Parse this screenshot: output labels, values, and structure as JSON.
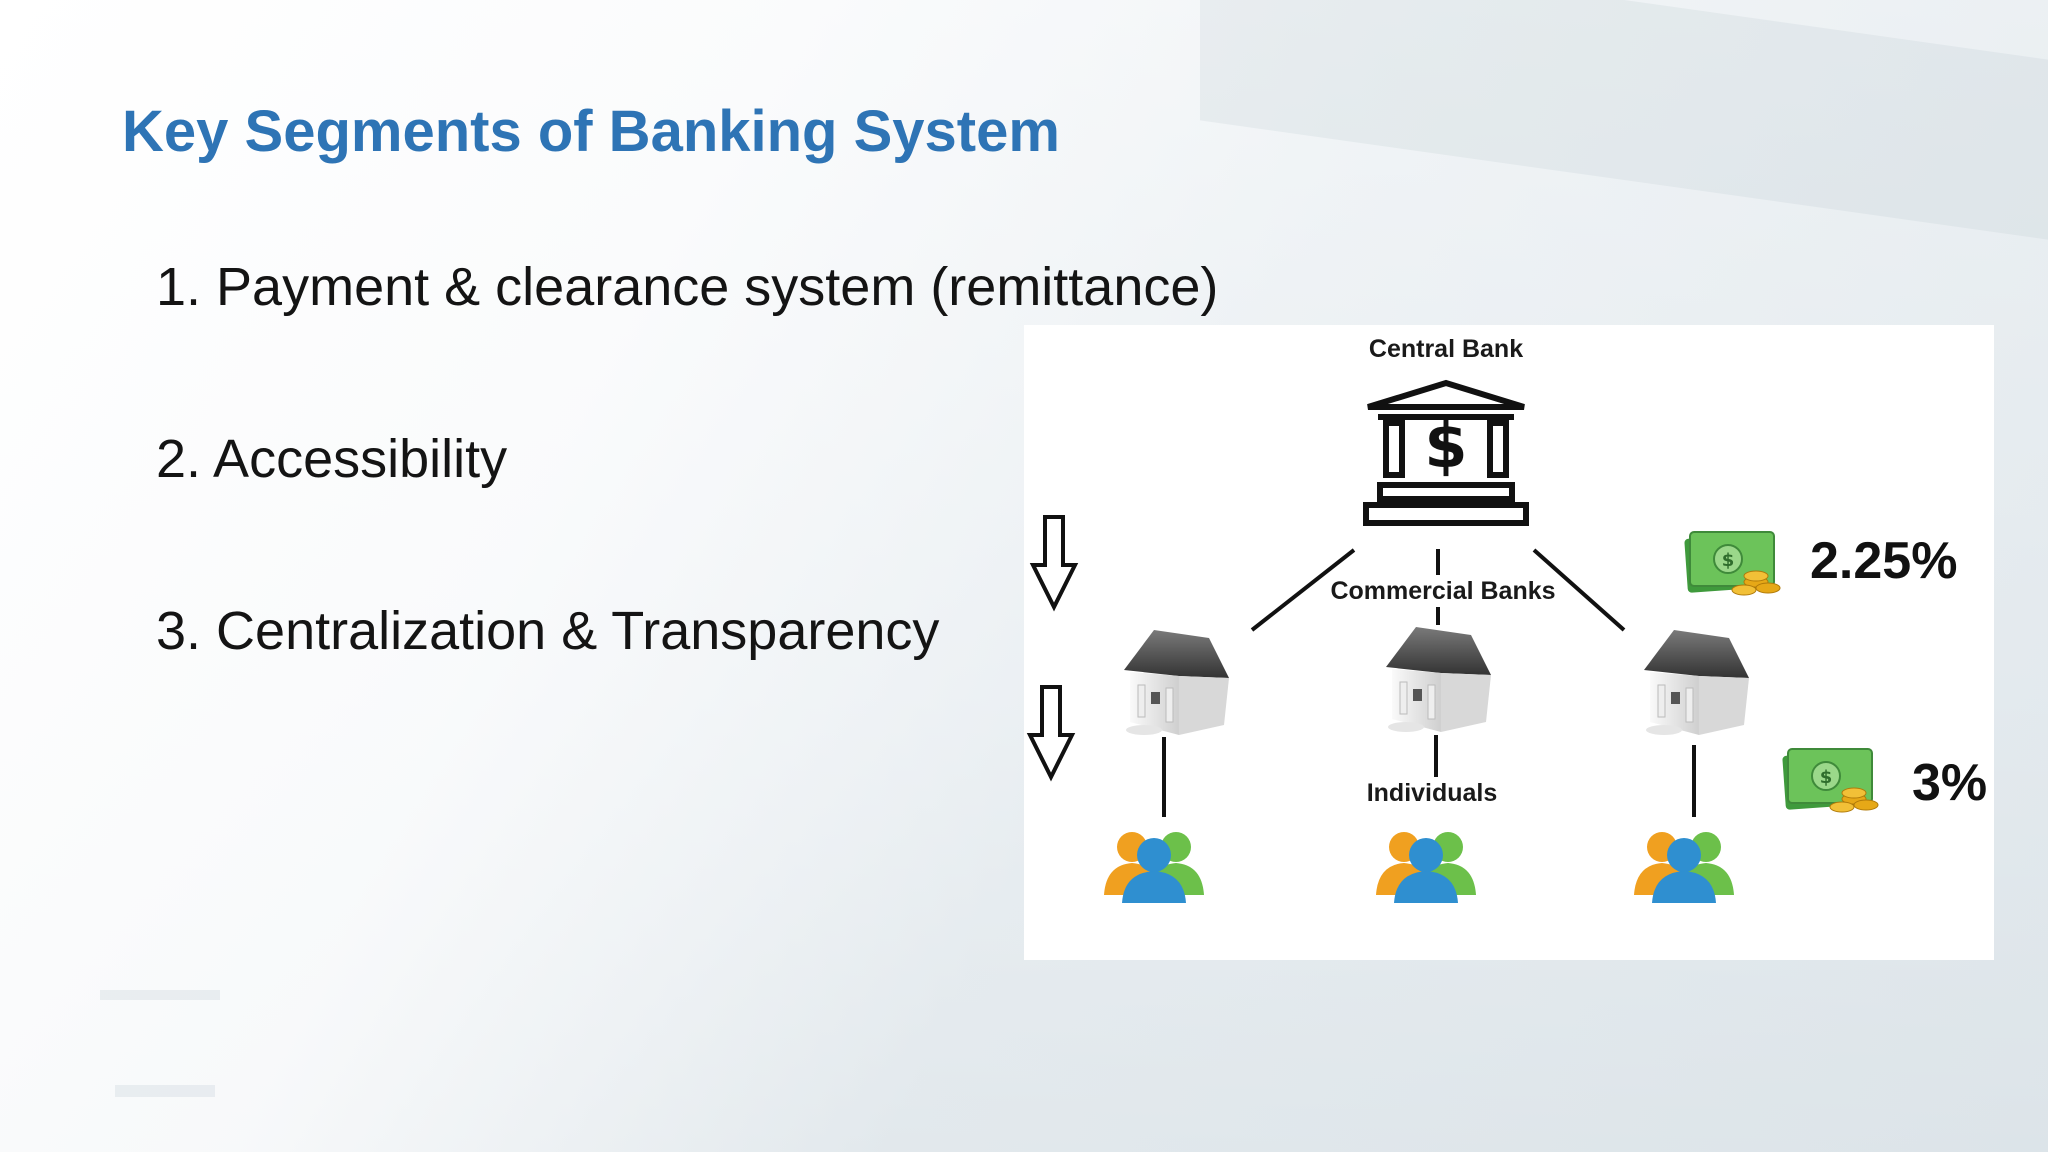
{
  "slide": {
    "title": "Key Segments of Banking System",
    "bullets": [
      "1. Payment & clearance system (remittance)",
      "2. Accessibility",
      "3. Centralization & Transparency"
    ]
  },
  "diagram": {
    "central_bank_label": "Central Bank",
    "commercial_banks_label": "Commercial Banks",
    "individuals_label": "Individuals",
    "rates": [
      "2.25%",
      "3%"
    ],
    "icons": [
      "central-bank-icon",
      "bank-building-icon",
      "people-group-icon",
      "money-icon",
      "down-arrow-icon"
    ],
    "colors": {
      "title": "#2e74b5",
      "money_green": "#5cb85c",
      "coin_gold": "#e6a817",
      "person_orange": "#f0a020",
      "person_blue": "#2f8fd0",
      "person_green": "#6cc04a"
    }
  }
}
